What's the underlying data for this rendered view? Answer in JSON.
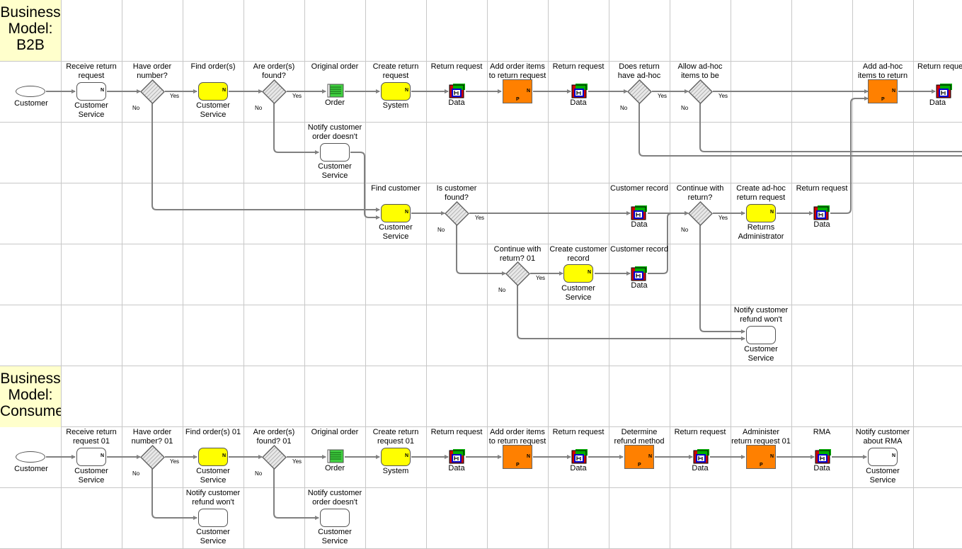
{
  "labels": {
    "yes": "Yes",
    "no": "No",
    "n_marker": "N",
    "p_marker": "P"
  },
  "bands": {
    "b2b": {
      "line1": "Business",
      "line2": "Model:",
      "line3": "B2B"
    },
    "consumer": {
      "line1": "Business",
      "line2": "Model:",
      "line3": "Consume"
    }
  },
  "b2b": {
    "customer": {
      "role": "Customer"
    },
    "receive_return": {
      "title_1": "Receive return",
      "title_2": "request",
      "role_1": "Customer",
      "role_2": "Service"
    },
    "have_order": {
      "title_1": "Have order",
      "title_2": "number?"
    },
    "find_orders": {
      "title_1": "Find order(s)",
      "role_1": "Customer",
      "role_2": "Service"
    },
    "orders_found": {
      "title_1": "Are order(s)",
      "title_2": "found?"
    },
    "original_order": {
      "title_1": "Original order",
      "role_1": "Order"
    },
    "create_return": {
      "title_1": "Create return",
      "title_2": "request",
      "role_1": "System"
    },
    "return_request_1": {
      "title_1": "Return request",
      "role_1": "Data"
    },
    "add_order_items": {
      "title_1": "Add order items",
      "title_2": "to return request"
    },
    "return_request_2": {
      "title_1": "Return request",
      "role_1": "Data"
    },
    "has_adhoc": {
      "title_1": "Does return",
      "title_2": "have ad-hoc"
    },
    "allow_adhoc": {
      "title_1": "Allow ad-hoc",
      "title_2": "items to be"
    },
    "add_adhoc": {
      "title_1": "Add ad-hoc",
      "title_2": "items to return"
    },
    "return_request_3": {
      "title_1": "Return reque",
      "role_1": "Data"
    },
    "notify_order": {
      "title_1": "Notify customer",
      "title_2": "order doesn't",
      "role_1": "Customer",
      "role_2": "Service"
    },
    "find_customer": {
      "title_1": "Find customer",
      "role_1": "Customer",
      "role_2": "Service"
    },
    "customer_found": {
      "title_1": "Is customer",
      "title_2": "found?"
    },
    "customer_record_1": {
      "title_1": "Customer record",
      "role_1": "Data"
    },
    "continue_return": {
      "title_1": "Continue with",
      "title_2": "return?"
    },
    "create_adhoc": {
      "title_1": "Create ad-hoc",
      "title_2": "return request",
      "role_1": "Returns",
      "role_2": "Administrator"
    },
    "return_request_4": {
      "title_1": "Return request",
      "role_1": "Data"
    },
    "continue_return_01": {
      "title_1": "Continue with",
      "title_2": "return? 01"
    },
    "create_customer": {
      "title_1": "Create customer",
      "title_2": "record",
      "role_1": "Customer",
      "role_2": "Service"
    },
    "customer_record_2": {
      "title_1": "Customer record",
      "role_1": "Data"
    },
    "notify_refund": {
      "title_1": "Notify customer",
      "title_2": "refund won't",
      "role_1": "Customer",
      "role_2": "Service"
    }
  },
  "consumer": {
    "customer": {
      "role": "Customer"
    },
    "receive_return": {
      "title_1": "Receive return",
      "title_2": "request 01",
      "role_1": "Customer",
      "role_2": "Service"
    },
    "have_order": {
      "title_1": "Have order",
      "title_2": "number? 01"
    },
    "find_orders": {
      "title_1": "Find order(s) 01",
      "role_1": "Customer",
      "role_2": "Service"
    },
    "orders_found": {
      "title_1": "Are order(s)",
      "title_2": "found? 01"
    },
    "original_order": {
      "title_1": "Original order",
      "role_1": "Order"
    },
    "create_return": {
      "title_1": "Create return",
      "title_2": "request 01",
      "role_1": "System"
    },
    "return_request_1": {
      "title_1": "Return request",
      "role_1": "Data"
    },
    "add_order_items": {
      "title_1": "Add order items",
      "title_2": "to return request"
    },
    "return_request_2": {
      "title_1": "Return request",
      "role_1": "Data"
    },
    "determine_refund": {
      "title_1": "Determine",
      "title_2": "refund method"
    },
    "return_request_3": {
      "title_1": "Return request",
      "role_1": "Data"
    },
    "administer_return": {
      "title_1": "Administer",
      "title_2": "return request 01"
    },
    "rma": {
      "title_1": "RMA",
      "role_1": "Data"
    },
    "notify_rma": {
      "title_1": "Notify customer",
      "title_2": "about RMA",
      "role_1": "Customer",
      "role_2": "Service"
    },
    "notify_refund": {
      "title_1": "Notify customer",
      "title_2": "refund won't",
      "role_1": "Customer",
      "role_2": "Service"
    },
    "notify_order": {
      "title_1": "Notify customer",
      "title_2": "order doesn't",
      "role_1": "Customer",
      "role_2": "Service"
    }
  },
  "colors": {
    "grid": "#c8c8c8",
    "connector": "#808080",
    "band_fill": "#ffffcc",
    "activity_yellow": "#ffff00",
    "activity_orange": "#ff8000",
    "gateway_fill": "#dcdcdc",
    "data_green": "#00b000",
    "data_red": "#d00000",
    "data_blue": "#0000d0",
    "order_green": "#40d040"
  }
}
